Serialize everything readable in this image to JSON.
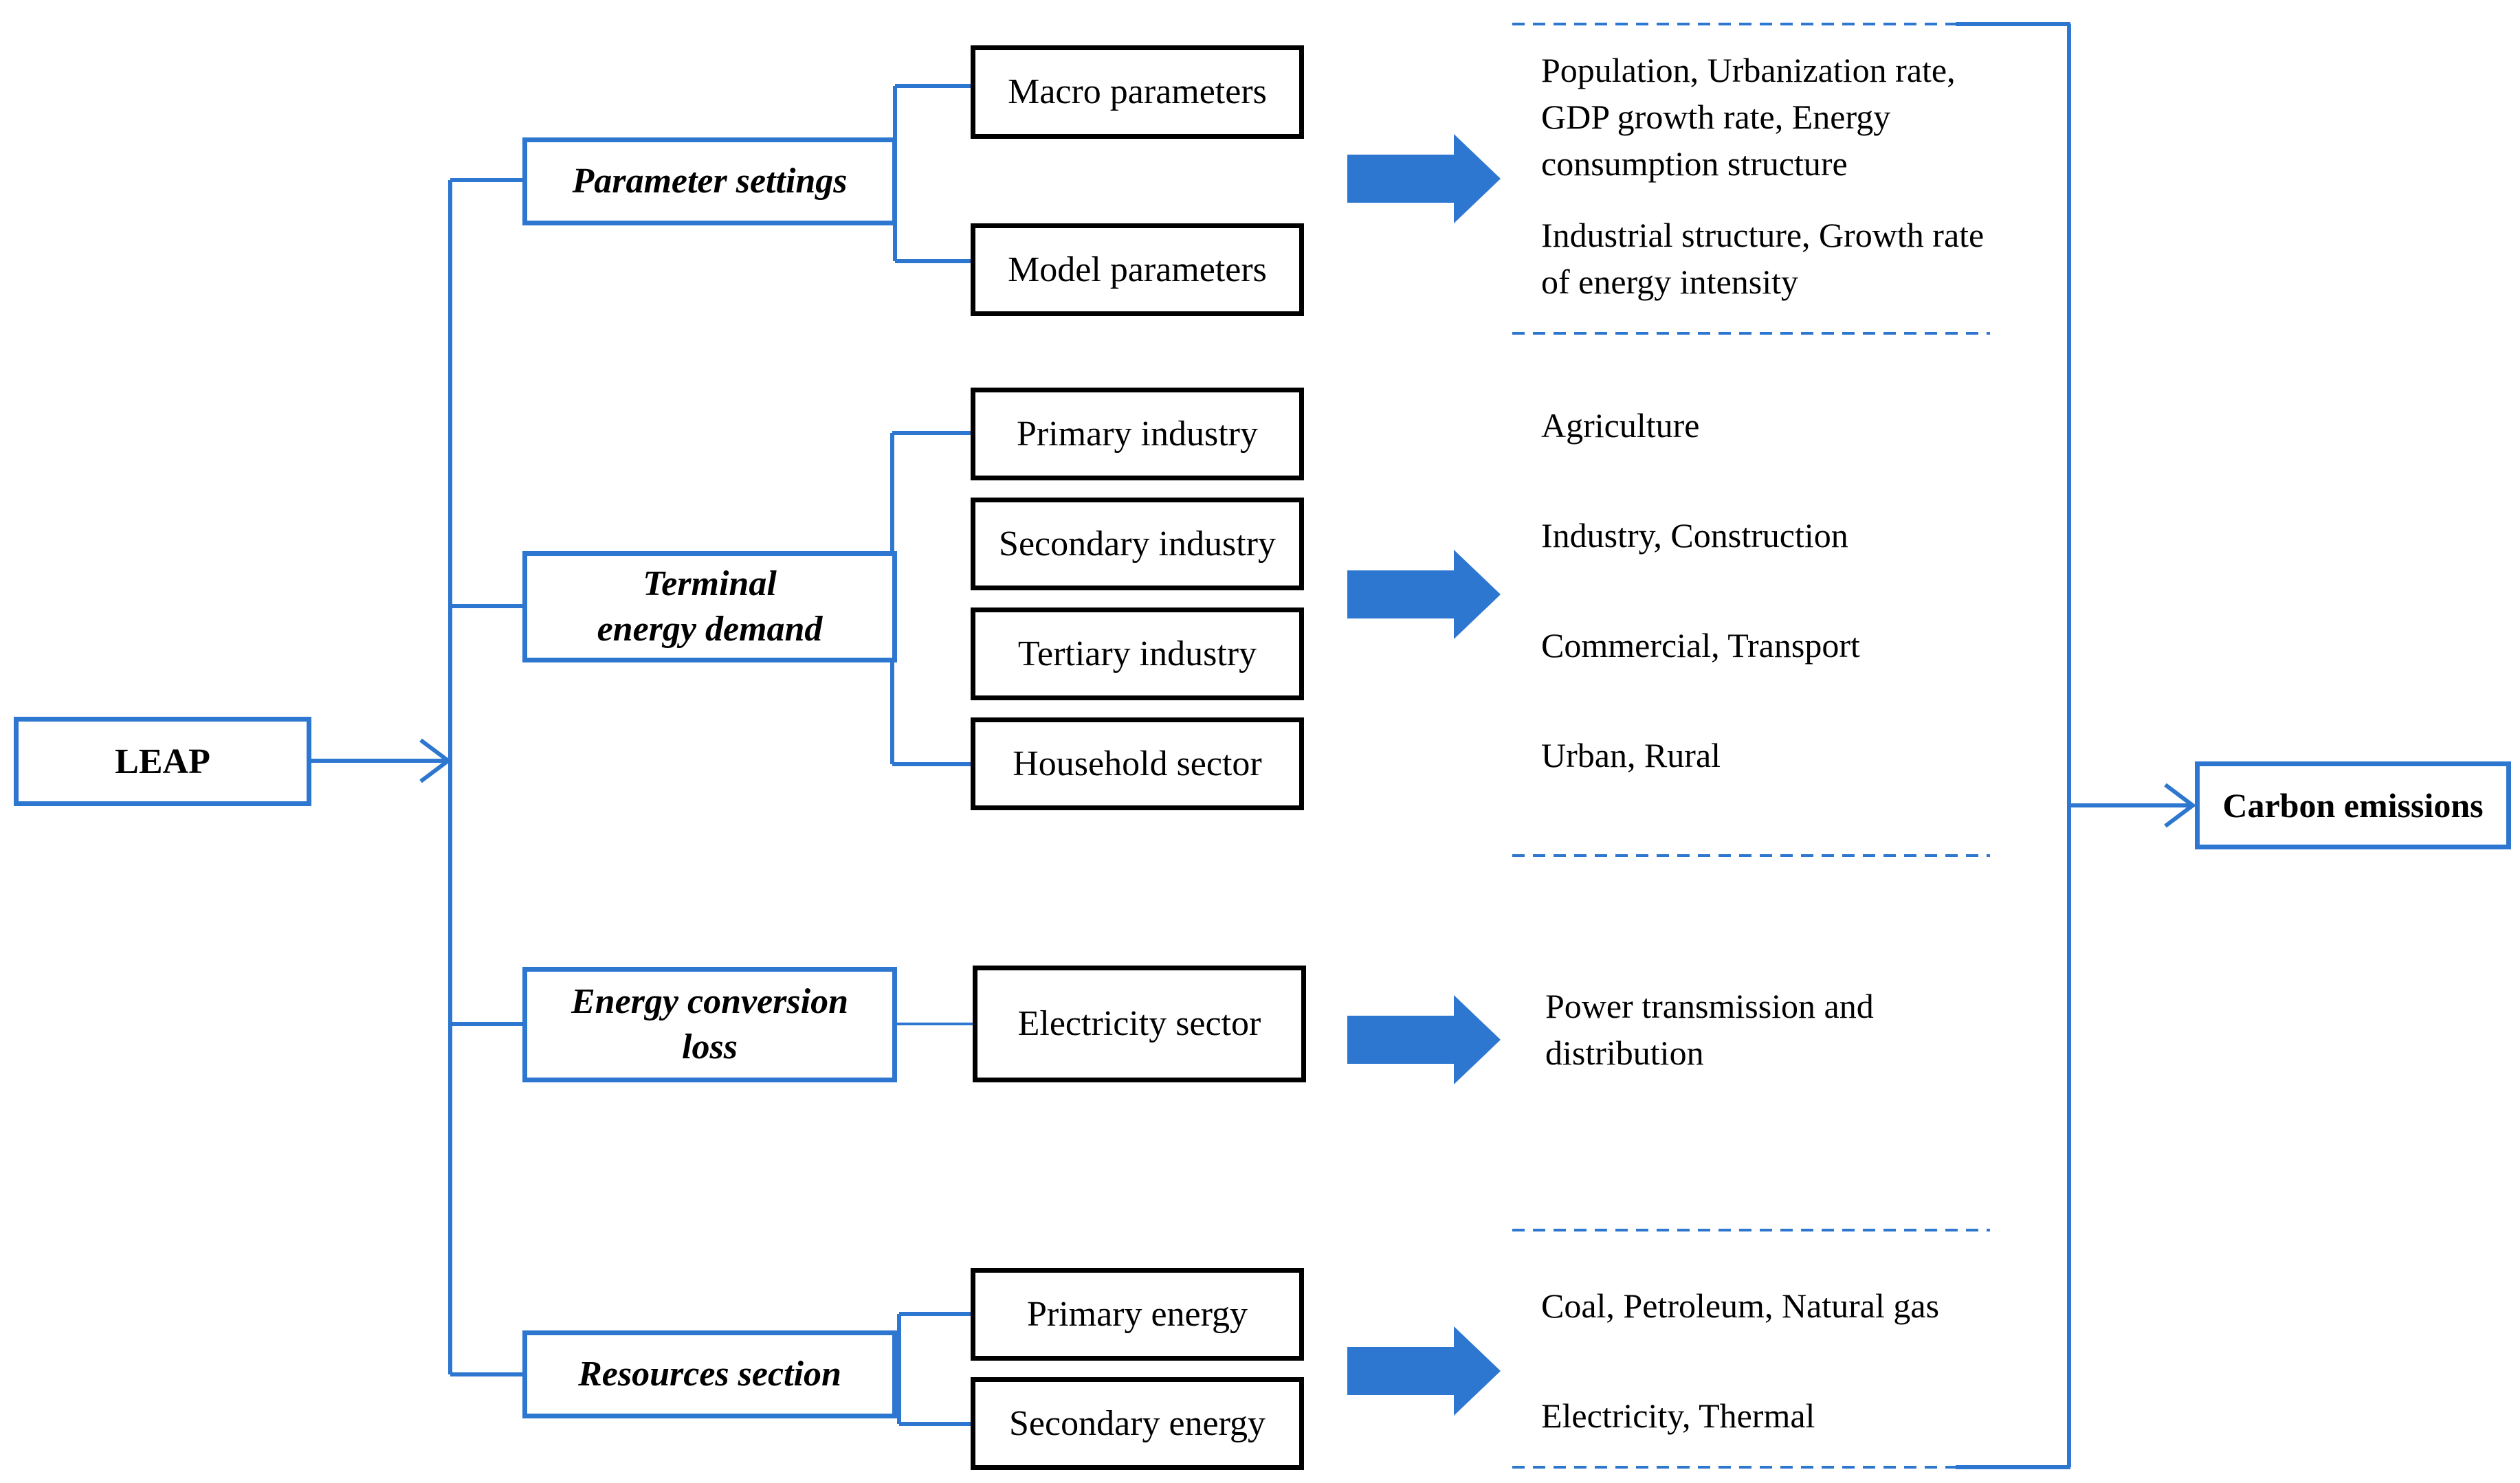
{
  "root": {
    "label": "LEAP"
  },
  "output": {
    "label": "Carbon emissions"
  },
  "colors": {
    "connector": "#2e77d0",
    "arrow": "#2e77d0",
    "box_border_main": "#2e77d0",
    "box_border_sub": "#000000"
  },
  "categories": [
    {
      "label": "Parameter settings",
      "items": [
        "Macro parameters",
        "Model parameters"
      ],
      "descriptions": [
        "Population, Urbanization rate, GDP growth rate, Energy consumption structure",
        "Industrial structure, Growth rate of energy intensity"
      ]
    },
    {
      "label": "Terminal energy demand",
      "items": [
        "Primary industry",
        "Secondary industry",
        "Tertiary industry",
        "Household sector"
      ],
      "descriptions": [
        "Agriculture",
        "Industry, Construction",
        "Commercial, Transport",
        "Urban, Rural"
      ]
    },
    {
      "label": "Energy conversion loss",
      "items": [
        "Electricity sector"
      ],
      "descriptions": [
        "Power transmission and distribution"
      ]
    },
    {
      "label": "Resources section",
      "items": [
        "Primary energy",
        "Secondary energy"
      ],
      "descriptions": [
        "Coal, Petroleum, Natural gas",
        "Electricity, Thermal"
      ]
    }
  ]
}
